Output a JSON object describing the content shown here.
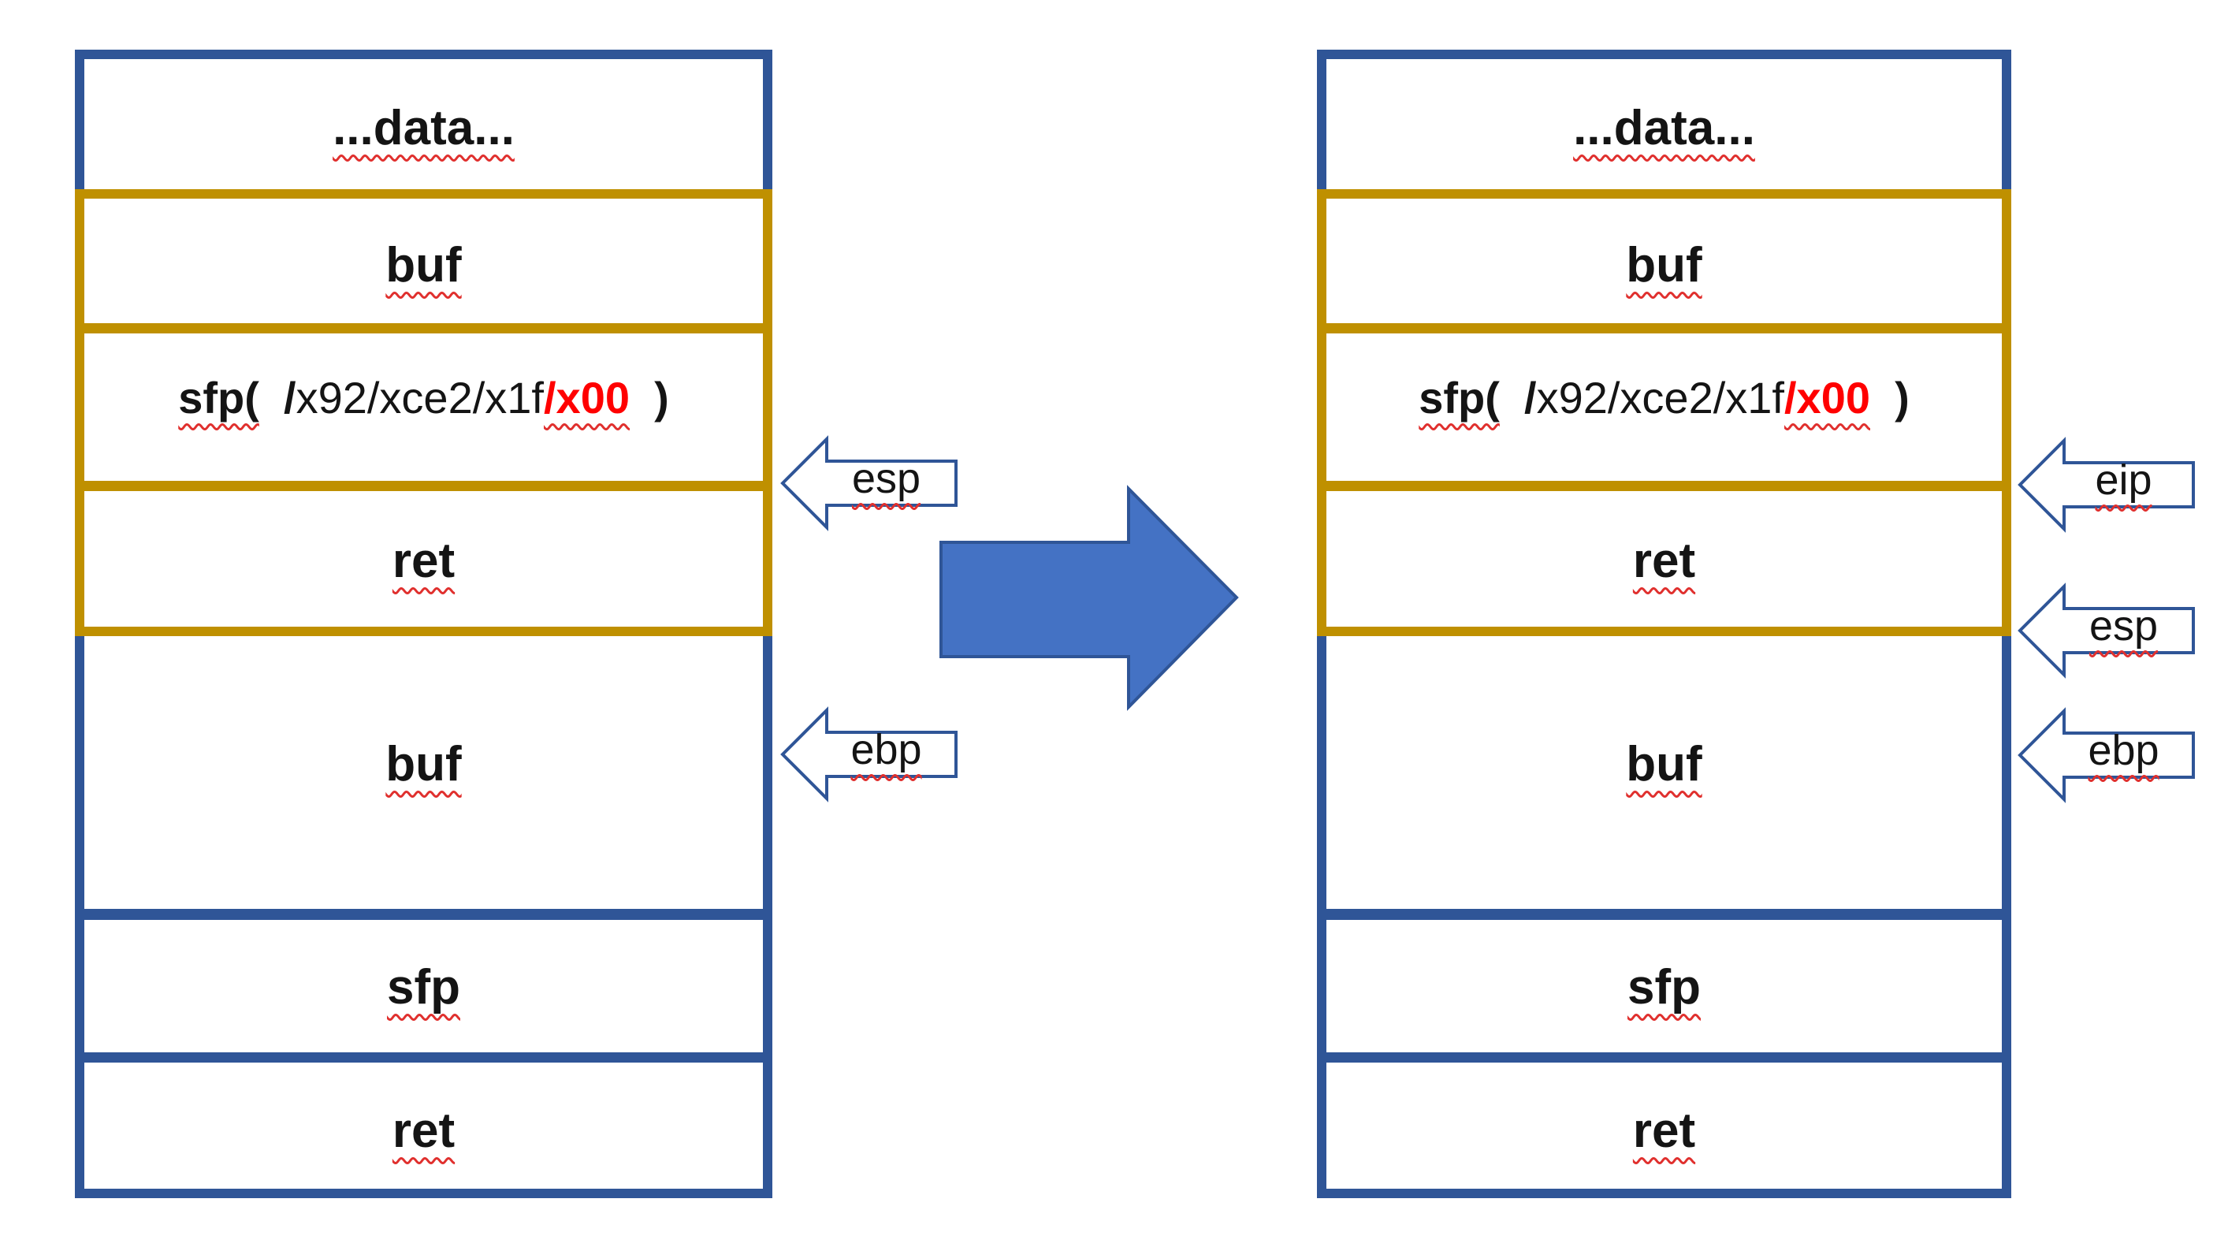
{
  "colors": {
    "stack_border_blue": "#2f5597",
    "gold_border": "#bf9000",
    "arrow_fill_blue": "#4472c4",
    "text_ink": "#141414",
    "payload_red": "#ff0000",
    "squiggle_red": "#e0302e",
    "background": "#ffffff"
  },
  "stack": {
    "rows": {
      "data": "...data...",
      "buf_overflow": "buf",
      "ret_overflow": "ret",
      "buf": "buf",
      "sfp": "sfp",
      "ret": "ret"
    }
  },
  "payload": {
    "segments": [
      {
        "text": "sfp("
      },
      {
        "text": "  "
      },
      {
        "text": "/"
      },
      {
        "text": "x92/xce2/x1f"
      },
      {
        "text": "/x00"
      },
      {
        "text": "  )"
      }
    ]
  },
  "arrows": {
    "left": [
      {
        "label": "esp"
      },
      {
        "label": "ebp"
      }
    ],
    "right": [
      {
        "label": "eip"
      },
      {
        "label": "esp"
      },
      {
        "label": "ebp"
      }
    ]
  }
}
